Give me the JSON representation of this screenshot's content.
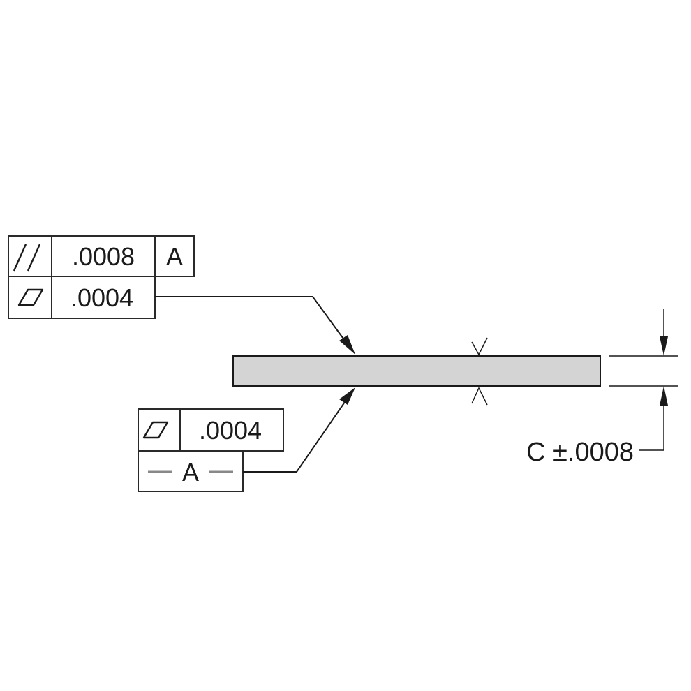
{
  "upper_control_frame": {
    "row1": {
      "symbol_icon": "parallelism-icon",
      "tolerance": ".0008",
      "datum": "A"
    },
    "row2": {
      "symbol_icon": "flatness-icon",
      "tolerance": ".0004"
    }
  },
  "lower_control_frame": {
    "symbol_icon": "flatness-icon",
    "tolerance": ".0004",
    "datum_feature": "A"
  },
  "thickness_dimension": {
    "text": "C ±.0008"
  },
  "colors": {
    "part_fill": "#d4d4d4",
    "line": "#1a1a1a",
    "datum_dash": "#888888"
  }
}
